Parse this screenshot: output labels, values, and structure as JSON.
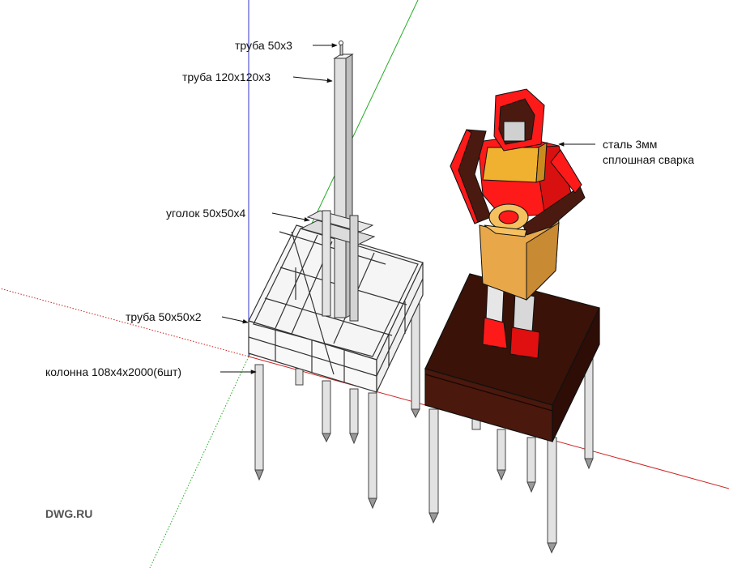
{
  "labels": {
    "pipe_small": "труба 50x3",
    "pipe_large": "труба 120x120x3",
    "angle": "уголок 50x50x4",
    "pipe_frame": "труба 50x50x2",
    "columns": "колонна 108x4x2000(6шт)",
    "steel_line1": "сталь 3мм",
    "steel_line2": "сплошная сварка"
  },
  "watermark": "DWG.RU",
  "colors": {
    "axis_red": "#cc2222",
    "axis_green": "#22aa22",
    "axis_blue": "#3333cc",
    "figure_red": "#ff1a1a",
    "figure_brown": "#4a1a10",
    "figure_tan": "#e8a84a",
    "figure_orange": "#f0b030",
    "pedestal": "#3a1208",
    "steel": "#d8d8d8"
  }
}
